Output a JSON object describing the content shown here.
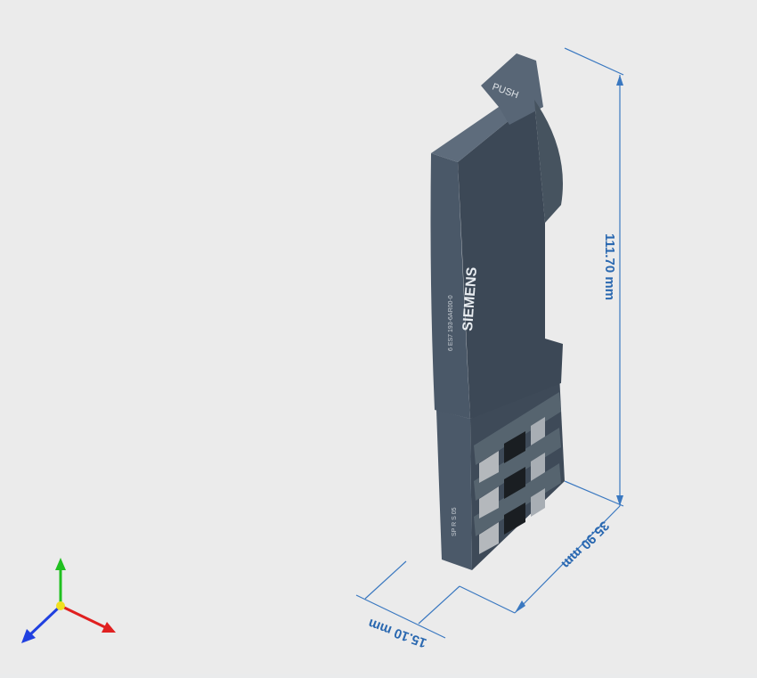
{
  "model": {
    "push_label": "PUSH",
    "brand_label": "SIEMENS",
    "part_label": "6 ES7 193-6AR00-0",
    "terminal_label": "SP  R\nS  05"
  },
  "dimensions": {
    "height": "111.70 mm",
    "depth": "35.90 mm",
    "width": "15.10 mm"
  },
  "colors": {
    "background": "#ebebeb",
    "housing_front": "#4a5868",
    "housing_side": "#3c4856",
    "housing_top": "#5e6c7c",
    "dimension_line": "#3a78c0",
    "axis_x": "#e02020",
    "axis_y": "#20c020",
    "axis_z": "#2040e0",
    "axis_origin": "#f0e020"
  },
  "icons": {
    "axis_triad": "xyz-axis-icon"
  }
}
